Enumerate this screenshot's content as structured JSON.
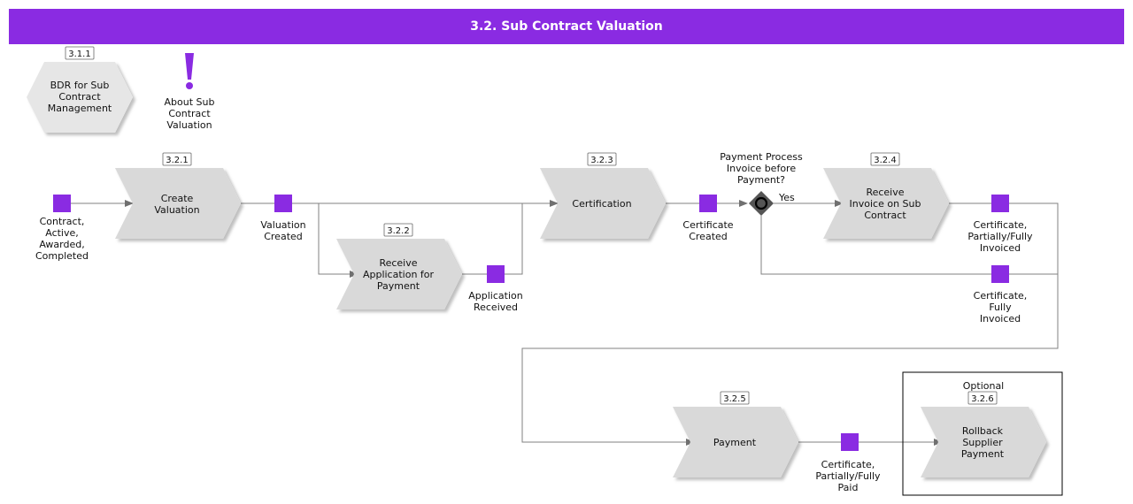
{
  "title": "3.2. Sub Contract Valuation",
  "colors": {
    "accent": "#8a2be2",
    "process_fill": "#d9d9d9",
    "gateway": "#555555",
    "connector": "#808080"
  },
  "linked_process": {
    "ref": "3.1.1",
    "label": "BDR for Sub\nContract\nManagement"
  },
  "about": {
    "icon": "exclamation-icon",
    "label": "About Sub\nContract\nValuation"
  },
  "processes": {
    "create_valuation": {
      "ref": "3.2.1",
      "label": "Create\nValuation"
    },
    "receive_application": {
      "ref": "3.2.2",
      "label": "Receive\nApplication for\nPayment"
    },
    "certification": {
      "ref": "3.2.3",
      "label": "Certification"
    },
    "receive_invoice": {
      "ref": "3.2.4",
      "label": "Receive\nInvoice on Sub\nContract"
    },
    "payment": {
      "ref": "3.2.5",
      "label": "Payment"
    },
    "rollback": {
      "ref": "3.2.6",
      "label": "Rollback\nSupplier\nPayment"
    }
  },
  "events": {
    "contract_active": "Contract,\nActive,\nAwarded,\nCompleted",
    "valuation_created": "Valuation\nCreated",
    "application_received": "Application\nReceived",
    "certificate_created": "Certificate\nCreated",
    "cert_partially_fully_invoiced": "Certificate,\nPartially/Fully\nInvoiced",
    "cert_fully_invoiced": "Certificate,\nFully\nInvoiced",
    "cert_partially_fully_paid": "Certificate,\nPartially/Fully\nPaid"
  },
  "gateway": {
    "question": "Payment Process\nInvoice before\nPayment?",
    "yes_label": "Yes"
  },
  "optional_group": {
    "label": "Optional"
  }
}
